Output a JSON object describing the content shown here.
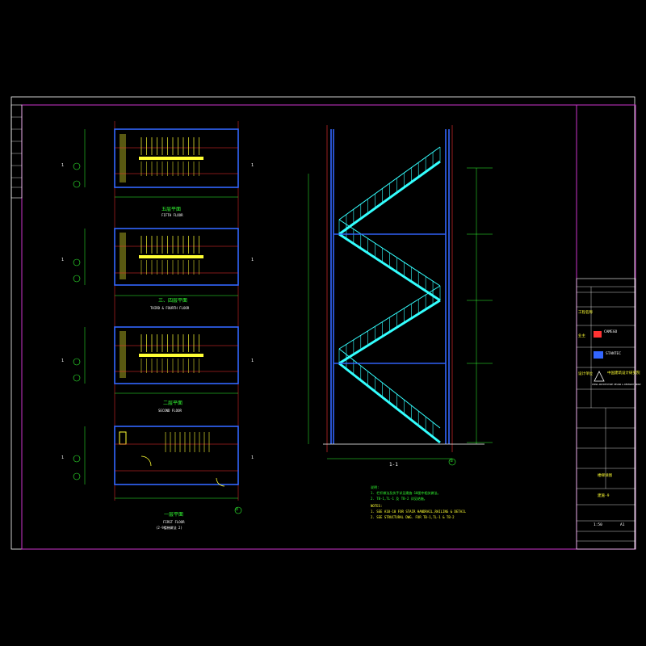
{
  "plans": {
    "fifth": {
      "title": "五层平面",
      "subtitle": "FIFTH FLOOR"
    },
    "third_fourth": {
      "title": "三、四层平面",
      "subtitle": "THIRD & FOURTH FLOOR"
    },
    "second": {
      "title": "二层平面",
      "subtitle": "SECOND FLOOR"
    },
    "first": {
      "title": "一层平面",
      "subtitle": "FIRST FLOOR",
      "note": "(2-9楼梯做法 2)"
    }
  },
  "section": {
    "title": "1-1",
    "axis": "①"
  },
  "grid_marks": {
    "one": "1",
    "axis_a": "①",
    "axis_b": "②"
  },
  "notes": {
    "heading": "说明:",
    "items": [
      "1. 栏杆做法及扶手详见建施-10图中相关做法。",
      "2. TB-1,TL-1 及 TB-2 详见结施。",
      "NOTES:",
      "1. SEE A10-10 FOR STAIR HANDRAIL,RAILING & DETAIL",
      "2. SEE STRUCTURAL DWG. FOR TB-1,TL-1 & TB-2"
    ]
  },
  "title_block": {
    "company_cn": "中国建筑设计研究院",
    "company_en": "CHINA ARCHITECTURE DESIGN & RESEARCH GROUP",
    "partner_cn": "CAMEGO",
    "partner_name": "STANTEC",
    "project_label": "工程名称",
    "client_label": "业主",
    "consultant_label": "设计单位",
    "drawing_title": "楼梯详图",
    "drawing_no": "建施-9",
    "scale": "1:50",
    "sheet": "A1"
  },
  "colors": {
    "background": "#000000",
    "frame": "#cc33cc",
    "grid": "#ff3333",
    "wall": "#3366ff",
    "stair": "#ffff33",
    "section": "#33ffff",
    "dimension": "#33ff33",
    "text": "#ffffff"
  }
}
